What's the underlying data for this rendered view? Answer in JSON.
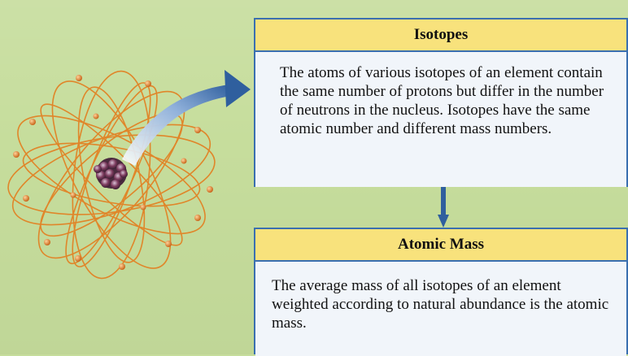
{
  "isotopes_box": {
    "title": "Isotopes",
    "text": "The atoms of various isotopes of an element contain the same number of protons but differ in the number of neutrons in the nucleus. Isotopes have the same atomic number and different mass numbers."
  },
  "atomic_mass_box": {
    "title": "Atomic Mass",
    "text": "The average mass of all isotopes of an element weighted according to natural abundance is the atomic mass."
  },
  "colors": {
    "background": "#c6dd9c",
    "box_header": "#f8e27c",
    "box_body": "#f1f5fa",
    "box_border": "#3a6fb0",
    "orbit": "#e0862a",
    "arrow": "#2f5f9e"
  }
}
